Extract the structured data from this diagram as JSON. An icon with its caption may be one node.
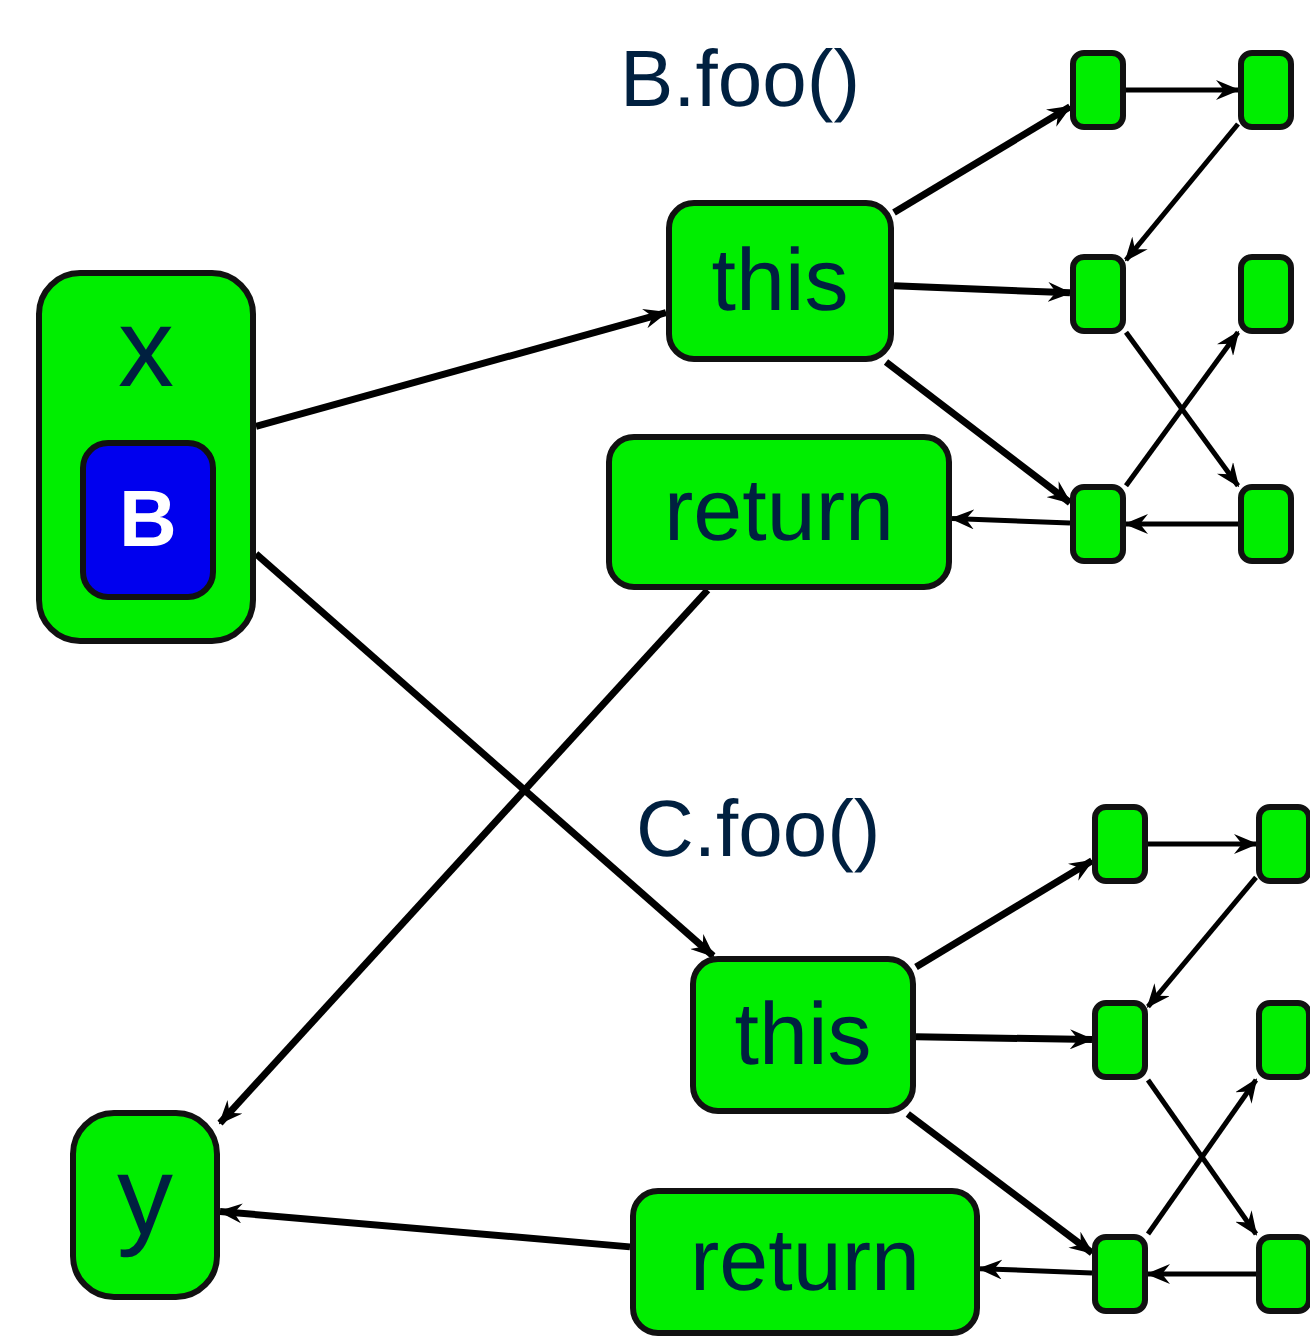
{
  "diagram": {
    "nodes": [
      {
        "text": [
          "x"
        ]
      },
      {
        "text": [
          "B"
        ],
        "in": 0
      },
      {
        "text": [
          "y"
        ]
      },
      {
        "text": [
          "this"
        ]
      },
      {
        "text": [
          "return"
        ]
      },
      {
        "text": [],
        "shape": "box"
      },
      {
        "text": [],
        "shape": "box"
      },
      {
        "text": [],
        "shape": "box"
      },
      {
        "text": [],
        "shape": "box"
      },
      {
        "text": [],
        "shape": "box"
      },
      {
        "text": [],
        "shape": "box"
      },
      {
        "text": [
          "this"
        ]
      },
      {
        "text": [
          "return"
        ]
      },
      {
        "text": [],
        "shape": "box"
      },
      {
        "text": [],
        "shape": "box"
      },
      {
        "text": [],
        "shape": "box"
      },
      {
        "text": [],
        "shape": "box"
      },
      {
        "text": [],
        "shape": "box"
      },
      {
        "text": [],
        "shape": "box"
      }
    ],
    "edges": [
      {
        "from": 0,
        "to": 3,
        "arrow": "to"
      },
      {
        "from": 0,
        "to": 11,
        "arrow": "to"
      },
      {
        "from": 4,
        "to": 2,
        "arrow": "to"
      },
      {
        "from": 12,
        "to": 2,
        "arrow": "to"
      },
      {
        "from": 3,
        "to": 5,
        "arrow": "to"
      },
      {
        "from": 3,
        "to": 7,
        "arrow": "to"
      },
      {
        "from": 3,
        "to": 9,
        "arrow": "to"
      },
      {
        "from": 5,
        "to": 6,
        "arrow": "to"
      },
      {
        "from": 6,
        "to": 7,
        "arrow": "to"
      },
      {
        "from": 7,
        "to": 10,
        "arrow": "to"
      },
      {
        "from": 9,
        "to": 8,
        "arrow": "to"
      },
      {
        "from": 10,
        "to": 9,
        "arrow": "to"
      },
      {
        "from": 9,
        "to": 4,
        "arrow": "to"
      },
      {
        "from": 11,
        "to": 13,
        "arrow": "to"
      },
      {
        "from": 11,
        "to": 15,
        "arrow": "to"
      },
      {
        "from": 11,
        "to": 17,
        "arrow": "to"
      },
      {
        "from": 13,
        "to": 14,
        "arrow": "to"
      },
      {
        "from": 14,
        "to": 15,
        "arrow": "to"
      },
      {
        "from": 15,
        "to": 18,
        "arrow": "to"
      },
      {
        "from": 17,
        "to": 16,
        "arrow": "to"
      },
      {
        "from": 18,
        "to": 17,
        "arrow": "to"
      },
      {
        "from": 17,
        "to": 12,
        "arrow": "to"
      }
    ],
    "labels": [
      "B.foo()",
      "C.foo()"
    ]
  }
}
